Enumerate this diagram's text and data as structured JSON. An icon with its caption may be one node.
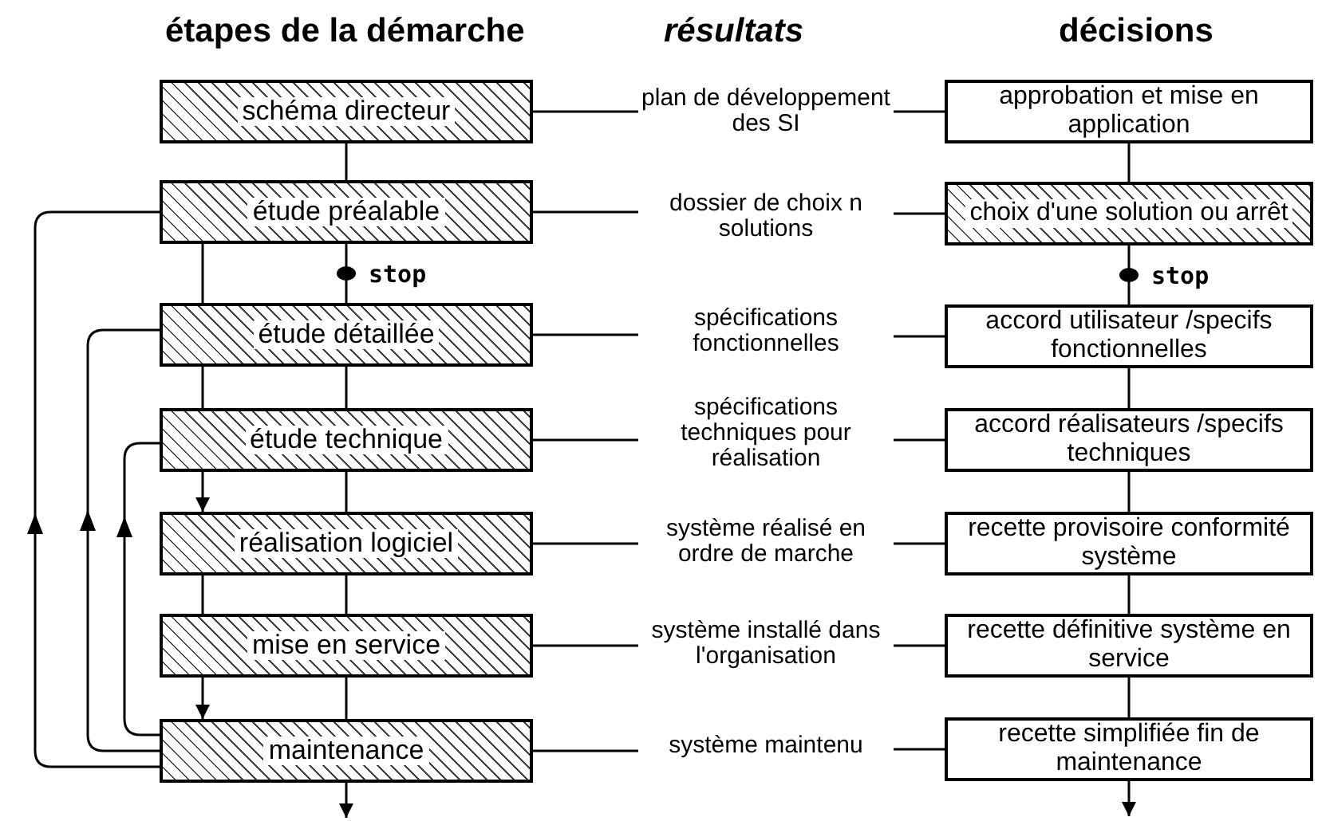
{
  "diagram": {
    "nodes": [
      {
        "text": [
          "schéma directeur"
        ]
      },
      {
        "text": [
          "étude préalable"
        ]
      },
      {
        "text": [
          "étude détaillée"
        ]
      },
      {
        "text": [
          "étude technique"
        ]
      },
      {
        "text": [
          "réalisation logiciel"
        ]
      },
      {
        "text": [
          "mise en service"
        ]
      },
      {
        "text": [
          "maintenance"
        ]
      },
      {
        "text": [
          "plan de développement des SI"
        ]
      },
      {
        "text": [
          "dossier de choix n solutions"
        ]
      },
      {
        "text": [
          "spécifications fonctionnelles"
        ]
      },
      {
        "text": [
          "spécifications techniques pour réalisation"
        ]
      },
      {
        "text": [
          "système réalisé en ordre de marche"
        ]
      },
      {
        "text": [
          "système installé dans l'organisation"
        ]
      },
      {
        "text": [
          "système maintenu"
        ]
      },
      {
        "text": [
          "approbation et mise en application"
        ]
      },
      {
        "text": [
          "choix d'une solution ou arrêt"
        ]
      },
      {
        "text": [
          "accord utilisateur /specifs fonctionnelles"
        ]
      },
      {
        "text": [
          "accord réalisateurs /specifs techniques"
        ]
      },
      {
        "text": [
          "recette provisoire conformité système"
        ]
      },
      {
        "text": [
          "recette définitive système en service"
        ]
      },
      {
        "text": [
          "recette simplifiée fin de maintenance"
        ]
      }
    ],
    "edges": [
      {
        "from": 0,
        "to": 1,
        "arrow": "none"
      },
      {
        "from": 1,
        "to": 2,
        "arrow": "none"
      },
      {
        "from": 1,
        "to": 2,
        "arrow": "none",
        "label": "stop"
      },
      {
        "from": 2,
        "to": 3,
        "arrow": "none"
      },
      {
        "from": 2,
        "to": 3,
        "arrow": "none"
      },
      {
        "from": 3,
        "to": 4,
        "arrow": "to"
      },
      {
        "from": 3,
        "to": 4,
        "arrow": "none"
      },
      {
        "from": 4,
        "to": 5,
        "arrow": "none"
      },
      {
        "from": 4,
        "to": 5,
        "arrow": "none"
      },
      {
        "from": 5,
        "to": 6,
        "arrow": "to"
      },
      {
        "from": 5,
        "to": 6,
        "arrow": "none"
      },
      {
        "from": 6,
        "to": null,
        "arrow": "to"
      },
      {
        "from": 6,
        "to": 1,
        "arrow": "to"
      },
      {
        "from": 6,
        "to": 2,
        "arrow": "to"
      },
      {
        "from": 6,
        "to": 3,
        "arrow": "to"
      },
      {
        "from": 0,
        "to": 7,
        "arrow": "none"
      },
      {
        "from": 1,
        "to": 8,
        "arrow": "none"
      },
      {
        "from": 2,
        "to": 9,
        "arrow": "none"
      },
      {
        "from": 3,
        "to": 10,
        "arrow": "none"
      },
      {
        "from": 4,
        "to": 11,
        "arrow": "none"
      },
      {
        "from": 5,
        "to": 12,
        "arrow": "none"
      },
      {
        "from": 6,
        "to": 13,
        "arrow": "none"
      },
      {
        "from": 7,
        "to": 14,
        "arrow": "none"
      },
      {
        "from": 8,
        "to": 15,
        "arrow": "none"
      },
      {
        "from": 9,
        "to": 16,
        "arrow": "none"
      },
      {
        "from": 10,
        "to": 17,
        "arrow": "none"
      },
      {
        "from": 11,
        "to": 18,
        "arrow": "none"
      },
      {
        "from": 12,
        "to": 19,
        "arrow": "none"
      },
      {
        "from": 13,
        "to": 20,
        "arrow": "none"
      },
      {
        "from": 14,
        "to": 15,
        "arrow": "none"
      },
      {
        "from": 15,
        "to": 16,
        "arrow": "none",
        "label": "stop"
      },
      {
        "from": 16,
        "to": 17,
        "arrow": "none"
      },
      {
        "from": 17,
        "to": 18,
        "arrow": "none"
      },
      {
        "from": 18,
        "to": 19,
        "arrow": "none"
      },
      {
        "from": 19,
        "to": 20,
        "arrow": "none"
      },
      {
        "from": 20,
        "to": null,
        "arrow": "to"
      }
    ],
    "labels": [
      "étapes de la démarche",
      "résultats",
      "décisions"
    ]
  }
}
